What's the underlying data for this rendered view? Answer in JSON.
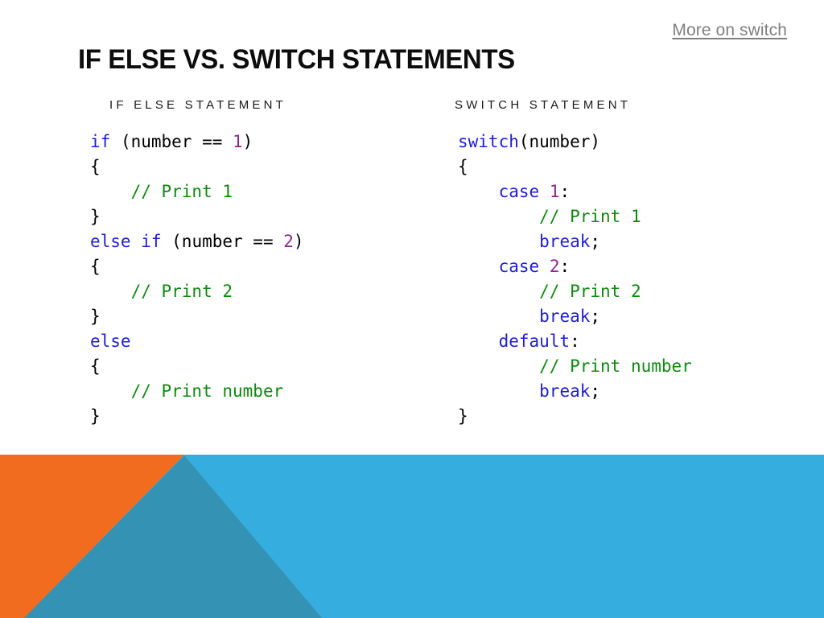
{
  "link": {
    "label": "More on switch"
  },
  "title": "IF ELSE VS. SWITCH STATEMENTS",
  "columns": [
    {
      "header": "IF ELSE STATEMENT",
      "code": [
        [
          {
            "t": "if",
            "c": "kw"
          },
          {
            "t": " (number == ",
            "c": "plain"
          },
          {
            "t": "1",
            "c": "num"
          },
          {
            "t": ")",
            "c": "plain"
          }
        ],
        [
          {
            "t": "{",
            "c": "plain"
          }
        ],
        [
          {
            "t": "    ",
            "c": "plain"
          },
          {
            "t": "// Print 1",
            "c": "comment"
          }
        ],
        [
          {
            "t": "}",
            "c": "plain"
          }
        ],
        [
          {
            "t": "else if",
            "c": "kw"
          },
          {
            "t": " (number == ",
            "c": "plain"
          },
          {
            "t": "2",
            "c": "num"
          },
          {
            "t": ")",
            "c": "plain"
          }
        ],
        [
          {
            "t": "{",
            "c": "plain"
          }
        ],
        [
          {
            "t": "    ",
            "c": "plain"
          },
          {
            "t": "// Print 2",
            "c": "comment"
          }
        ],
        [
          {
            "t": "}",
            "c": "plain"
          }
        ],
        [
          {
            "t": "else",
            "c": "kw"
          }
        ],
        [
          {
            "t": "{",
            "c": "plain"
          }
        ],
        [
          {
            "t": "    ",
            "c": "plain"
          },
          {
            "t": "// Print number",
            "c": "comment"
          }
        ],
        [
          {
            "t": "}",
            "c": "plain"
          }
        ]
      ]
    },
    {
      "header": "SWITCH STATEMENT",
      "code": [
        [
          {
            "t": "switch",
            "c": "kw"
          },
          {
            "t": "(number)",
            "c": "plain"
          }
        ],
        [
          {
            "t": "{",
            "c": "plain"
          }
        ],
        [
          {
            "t": "    ",
            "c": "plain"
          },
          {
            "t": "case",
            "c": "kw"
          },
          {
            "t": " ",
            "c": "plain"
          },
          {
            "t": "1",
            "c": "num"
          },
          {
            "t": ":",
            "c": "plain"
          }
        ],
        [
          {
            "t": "        ",
            "c": "plain"
          },
          {
            "t": "// Print 1",
            "c": "comment"
          }
        ],
        [
          {
            "t": "        ",
            "c": "plain"
          },
          {
            "t": "break",
            "c": "kw"
          },
          {
            "t": ";",
            "c": "plain"
          }
        ],
        [
          {
            "t": "    ",
            "c": "plain"
          },
          {
            "t": "case",
            "c": "kw"
          },
          {
            "t": " ",
            "c": "plain"
          },
          {
            "t": "2",
            "c": "num"
          },
          {
            "t": ":",
            "c": "plain"
          }
        ],
        [
          {
            "t": "        ",
            "c": "plain"
          },
          {
            "t": "// Print 2",
            "c": "comment"
          }
        ],
        [
          {
            "t": "        ",
            "c": "plain"
          },
          {
            "t": "break",
            "c": "kw"
          },
          {
            "t": ";",
            "c": "plain"
          }
        ],
        [
          {
            "t": "    ",
            "c": "plain"
          },
          {
            "t": "default",
            "c": "kw"
          },
          {
            "t": ":",
            "c": "plain"
          }
        ],
        [
          {
            "t": "        ",
            "c": "plain"
          },
          {
            "t": "// Print number",
            "c": "comment"
          }
        ],
        [
          {
            "t": "        ",
            "c": "plain"
          },
          {
            "t": "break",
            "c": "kw"
          },
          {
            "t": ";",
            "c": "plain"
          }
        ],
        [
          {
            "t": "}",
            "c": "plain"
          }
        ]
      ]
    }
  ],
  "theme": {
    "keyword_color": "#2020d0",
    "number_color": "#8b2a8b",
    "comment_color": "#108810",
    "plain_color": "#000000",
    "link_color": "#808080",
    "title_color": "#0d0d0d",
    "band_orange": "#f26c20",
    "band_light_blue": "#35adde",
    "band_teal": "#3492b4",
    "background": "#ffffff"
  }
}
